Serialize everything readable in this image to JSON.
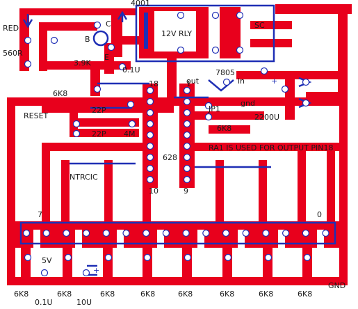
{
  "board": {
    "copper_color": "#e8001c",
    "silk_color": "#1f2fb5",
    "pad_color": "#ffffff"
  },
  "labels": {
    "diode": "4001",
    "red_led": "RED",
    "resistor_560r": "560R",
    "collector": "C",
    "base": "B",
    "emitter": "E",
    "r_3k9": "3.9K",
    "cap_0_1u_top": "0.1U",
    "relay": "12V RLY",
    "sc": "SC",
    "reg": "7805",
    "reg_out": "out",
    "reg_in": "in",
    "plus": "+",
    "gnd_mid": "gnd",
    "cap_2200u": "2200U",
    "r_6k8_left": "6K8",
    "pin18": "18",
    "pin1": "1",
    "reset": "RESET",
    "c22p_a": "22P",
    "c22p_b": "22P",
    "xtal": "4M",
    "jumper": "JP1",
    "r_6k8_mid": "6K8",
    "note": "RA1 IS USED FOR OUTPUT PIN18",
    "chip": "628",
    "ntrcic": "NTRCIC",
    "pin10": "10",
    "pin9": "9",
    "bit7": "7",
    "bit0": "0",
    "v5": "5V",
    "gnd_bottom": "GND",
    "bottom_r1": "6K8",
    "bottom_c1": "0.1U",
    "bottom_r2": "6K8",
    "bottom_c2": "10U",
    "bottom_r3": "6K8",
    "bottom_r4": "6K8",
    "bottom_r5": "6K8",
    "bottom_r6": "6K8",
    "bottom_r7": "6K8",
    "bottom_r8": "6K8"
  }
}
